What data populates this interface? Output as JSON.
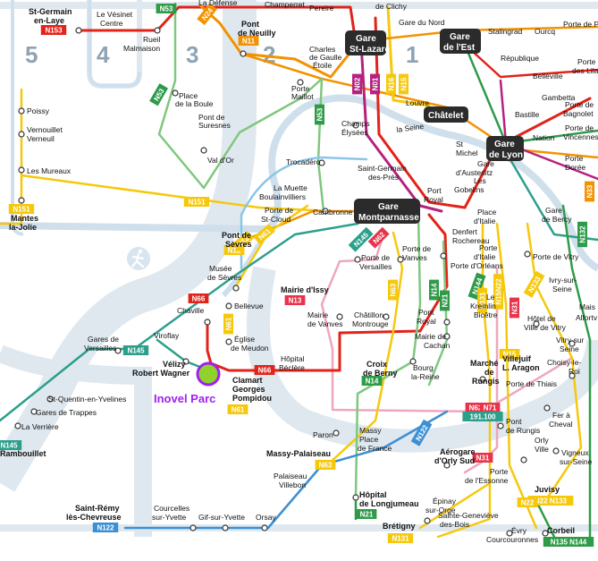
{
  "zones": [
    "5",
    "4",
    "3",
    "2",
    "1"
  ],
  "river_label": "la Seine",
  "hubs": {
    "st_lazare": [
      "Gare",
      "St-Lazare"
    ],
    "est": [
      "Gare",
      "de l'Est"
    ],
    "chatelet": "Châtelet",
    "lyon": [
      "Gare",
      "de Lyon"
    ],
    "montparnasse": [
      "Gare",
      "Montparnasse"
    ]
  },
  "stations": {
    "st_germain": [
      "St-Germain",
      "en-Laye"
    ],
    "vesinet": [
      "Le Vésinet",
      "Centre"
    ],
    "rueil": [
      "Rueil",
      "Malmaison"
    ],
    "neuilly": [
      "Pont",
      "de Neuilly"
    ],
    "champerret": "Champerret",
    "pereire": "Pereire",
    "clichy": "de Clichy",
    "gare_nord": "Gare du Nord",
    "stalingrad": "Stalingrad",
    "ourcq": "Ourcq",
    "porte_pantin": "Porte de Pantin",
    "charles_gaulle": [
      "Charles",
      "de Gaulle",
      "Étoile"
    ],
    "porte_maillot": [
      "Porte",
      "Maillot"
    ],
    "place_boule": [
      "Place",
      "de la Boule"
    ],
    "pont_suresnes": [
      "Pont de",
      "Suresnes"
    ],
    "val_dor": "Val d'Or",
    "republique": "République",
    "belleville": "Belleville",
    "porte_lilas": [
      "Porte",
      "des Lilas"
    ],
    "louvre": "Louvre",
    "gambetta": "Gambetta",
    "porte_bagnolet": [
      "Porte de",
      "Bagnolet"
    ],
    "bastille": "Bastille",
    "nation": "Nation",
    "porte_vincennes": [
      "Porte de",
      "Vincennes"
    ],
    "champs_elysees": [
      "Champs",
      "Élysées"
    ],
    "st_michel": [
      "St",
      "Michel"
    ],
    "trocadero": "Trocadéro",
    "st_germain_pres": [
      "Saint-Germain",
      "des-Prés"
    ],
    "austerlitz": [
      "Gare",
      "d'Austerlitz"
    ],
    "les_gobelins": [
      "Les",
      "Gobelins"
    ],
    "porte_doree": [
      "Porte",
      "Dorée"
    ],
    "poissy": "Poissy",
    "vernouillet": [
      "Vernouillet",
      "Verneuil"
    ],
    "les_mureaux": "Les Mureaux",
    "mantes": [
      "Mantes",
      "la-Jolie"
    ],
    "muette": [
      "La Muette",
      "Boulainvilliers"
    ],
    "port_royal": [
      "Port",
      "Royal"
    ],
    "porte_st_cloud": [
      "Porte de",
      "St-Cloud"
    ],
    "cambronne": "Cambronne",
    "place_italie": [
      "Place",
      "d'Italie"
    ],
    "gare_bercy": [
      "Gare",
      "de Bercy"
    ],
    "pont_sevres": [
      "Pont de",
      "Sèvres"
    ],
    "porte_versailles": [
      "Porte de",
      "Versailles"
    ],
    "porte_vanves": [
      "Porte de",
      "Vanves"
    ],
    "denfert": [
      "Denfert",
      "Rochereau"
    ],
    "porte_italie": [
      "Porte",
      "d'Italie"
    ],
    "porte_orleans": "Porte d'Orléans",
    "porte_vitry": "Porte de Vitry",
    "musee_sevres": [
      "Musée",
      "de Sèvres"
    ],
    "ivry": [
      "Ivry-sur-",
      "Seine"
    ],
    "mairie_issy": "Mairie d'Issy",
    "le_kremlin": [
      "Le",
      "Kremlin",
      "Bicêtre"
    ],
    "chaville": "Chaville",
    "bellevue": "Bellevue",
    "mairie_vanves": [
      "Mairie",
      "de Vanves"
    ],
    "chatillon": [
      "Châtillon",
      "Montrouge"
    ],
    "pont_royal": [
      "Pont",
      "Royal"
    ],
    "hotel_vitry": [
      "Hôtel de",
      "Ville de Vitry"
    ],
    "maisons_alfort": [
      "Mais",
      "Alfortv"
    ],
    "gares_versailles": [
      "Gares de",
      "Versailles"
    ],
    "viroflay": "Viroflay",
    "eglise_meudon": [
      "Église",
      "de Meudon"
    ],
    "mairie_cachan": [
      "Mairie de",
      "Cachan"
    ],
    "vitry_seine": [
      "Vitry-sur",
      "Seine"
    ],
    "velizy": [
      "Vélizy",
      "Robert Wagner"
    ],
    "hopital_beclere": [
      "Hôpital",
      "Béclère"
    ],
    "croix_berny": [
      "Croix",
      "de Berny"
    ],
    "bourg_reine": [
      "Bourg",
      "la-Reine"
    ],
    "marche_rungis": [
      "Marché",
      "de",
      "Rungis"
    ],
    "villejuif": [
      "Villejuif",
      "L. Aragon"
    ],
    "choisy": [
      "Choisy-le-",
      "Roi"
    ],
    "clamart": [
      "Clamart",
      "Georges",
      "Pompidou"
    ],
    "porte_thiais": "Porte de Thiais",
    "st_quentin": "St-Quentin-en-Yvelines",
    "gares_trappes": "Gares de Trappes",
    "la_verriere": "La Verrière",
    "rambouillet": "Rambouillet",
    "pont_rungis": [
      "Pont",
      "de Rungis"
    ],
    "fer_cheval": [
      "Fer à",
      "Cheval"
    ],
    "massy_place": [
      "Massy",
      "Place",
      "de France"
    ],
    "paron": "Paron",
    "orly_ville": [
      "Orly",
      "Ville"
    ],
    "massy_palaiseau": "Massy-Palaiseau",
    "aerogare": [
      "Aérogare",
      "d'Orly Sud"
    ],
    "vigneux": [
      "Vigneux",
      "sur-Seine"
    ],
    "palaiseau": [
      "Palaiseau",
      "Villebon"
    ],
    "porte_essonne": [
      "Porte",
      "de l'Essonne"
    ],
    "juvisy": "Juvisy",
    "hopital_longjumeau": [
      "Hôpital",
      "de Longjumeau"
    ],
    "epinay": [
      "Épinay",
      "sur-Orge"
    ],
    "st_remy": [
      "Saint-Rémy",
      "lès-Chevreuse"
    ],
    "courcelles": [
      "Courcelles",
      "sur-Yvette"
    ],
    "gif": "Gif-sur-Yvette",
    "orsay": "Orsay",
    "ste_genevieve": [
      "Sainte-Geneviève",
      "des-Bois"
    ],
    "bretigny": "Brétigny",
    "evry": [
      "Évry",
      "Courcouronnes"
    ],
    "corbeil": "Corbeil",
    "la_defense": "La Défense"
  },
  "line_badges": [
    {
      "text": "N153",
      "color": "#e2231a"
    },
    {
      "text": "N53",
      "color": "#2e9b48"
    },
    {
      "text": "N24",
      "color": "#f39200"
    },
    {
      "text": "N11",
      "color": "#f39200"
    },
    {
      "text": "N02",
      "color": "#b5227f"
    },
    {
      "text": "N01",
      "color": "#b5227f"
    },
    {
      "text": "N16",
      "color": "#f6c80c"
    },
    {
      "text": "N15",
      "color": "#f6c80c"
    },
    {
      "text": "N53",
      "color": "#2e9b48"
    },
    {
      "text": "N53",
      "color": "#2e9b48"
    },
    {
      "text": "N151",
      "color": "#f6c80c"
    },
    {
      "text": "N151",
      "color": "#f6c80c"
    },
    {
      "text": "N12",
      "color": "#f6c80c"
    },
    {
      "text": "N61",
      "color": "#f6c80c"
    },
    {
      "text": "N145",
      "color": "#2c9f8c"
    },
    {
      "text": "N62",
      "color": "#e8334a"
    },
    {
      "text": "N63",
      "color": "#f6c80c"
    },
    {
      "text": "N14",
      "color": "#2e9b48"
    },
    {
      "text": "N21",
      "color": "#2e9b48"
    },
    {
      "text": "N144",
      "color": "#2e9b48"
    },
    {
      "text": "N131",
      "color": "#f6c80c"
    },
    {
      "text": "N15N22",
      "color": "#f6c80c"
    },
    {
      "text": "N31",
      "color": "#e8334a"
    },
    {
      "text": "N133",
      "color": "#f6c80c"
    },
    {
      "text": "N132",
      "color": "#2e9b48"
    },
    {
      "text": "N13",
      "color": "#e8334a"
    },
    {
      "text": "N66",
      "color": "#e2231a"
    },
    {
      "text": "N61",
      "color": "#f6c80c"
    },
    {
      "text": "N145",
      "color": "#2c9f8c"
    },
    {
      "text": "N66",
      "color": "#e2231a"
    },
    {
      "text": "N14",
      "color": "#2e9b48"
    },
    {
      "text": "N15",
      "color": "#f6c80c"
    },
    {
      "text": "N62",
      "color": "#e8334a"
    },
    {
      "text": "N71",
      "color": "#e8334a"
    },
    {
      "text": "191.100",
      "color": "#2c9f8c"
    },
    {
      "text": "N61",
      "color": "#f6c80c"
    },
    {
      "text": "N145",
      "color": "#2c9f8c"
    },
    {
      "text": "N63",
      "color": "#f6c80c"
    },
    {
      "text": "N122",
      "color": "#3c8fd3"
    },
    {
      "text": "N31",
      "color": "#e8334a"
    },
    {
      "text": "N21",
      "color": "#2e9b48"
    },
    {
      "text": "N22 N133",
      "color": "#f6c80c"
    },
    {
      "text": "N122",
      "color": "#3c8fd3"
    },
    {
      "text": "N131",
      "color": "#f6c80c"
    },
    {
      "text": "N135 N144",
      "color": "#2e9b48"
    },
    {
      "text": "N12",
      "color": "#f6c80c"
    },
    {
      "text": "N22",
      "color": "#f6c80c"
    },
    {
      "text": "N33",
      "color": "#f39200"
    }
  ],
  "inovel_label": "Inovel Parc",
  "colors": {
    "river": "#cfe0ec",
    "zone_band": "#dfe8ef",
    "inovel": "#8fd32a",
    "inovel_text": "#a020f0",
    "hub_fill": "#2b2b2b",
    "red": "#e2231a",
    "orange": "#f39200",
    "yellow": "#f6c80c",
    "green": "#2e9b48",
    "teal": "#2c9f8c",
    "blue": "#3c8fd3",
    "pink": "#eea7bd",
    "magenta": "#b5227f",
    "lightgreen": "#7fc77f",
    "lightblue": "#8cc5e8"
  },
  "icons": [
    "pedestrian-icon"
  ]
}
